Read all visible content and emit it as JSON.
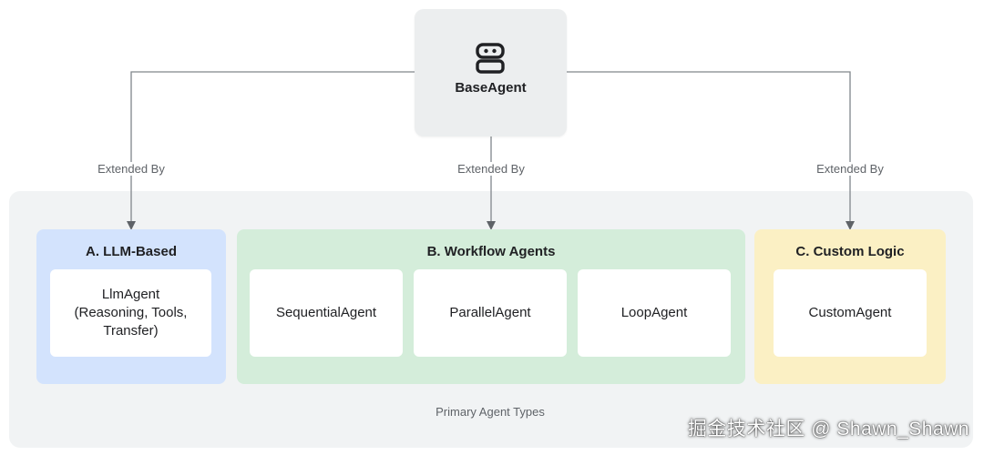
{
  "base": {
    "label": "BaseAgent",
    "icon": "robot-icon"
  },
  "edges": {
    "left_label": "Extended By",
    "center_label": "Extended By",
    "right_label": "Extended By"
  },
  "groups": {
    "llm": {
      "title": "A. LLM-Based",
      "color": "#d3e3fd",
      "cards": [
        "LlmAgent\n(Reasoning, Tools,\nTransfer)"
      ]
    },
    "workflow": {
      "title": "B. Workflow Agents",
      "color": "#d4edda",
      "cards": [
        "SequentialAgent",
        "ParallelAgent",
        "LoopAgent"
      ]
    },
    "custom": {
      "title": "C. Custom Logic",
      "color": "#fbf0c4",
      "cards": [
        "CustomAgent"
      ]
    }
  },
  "footer": {
    "label": "Primary Agent Types"
  },
  "watermark": {
    "text": "掘金技术社区 @ Shawn_Shawn"
  }
}
